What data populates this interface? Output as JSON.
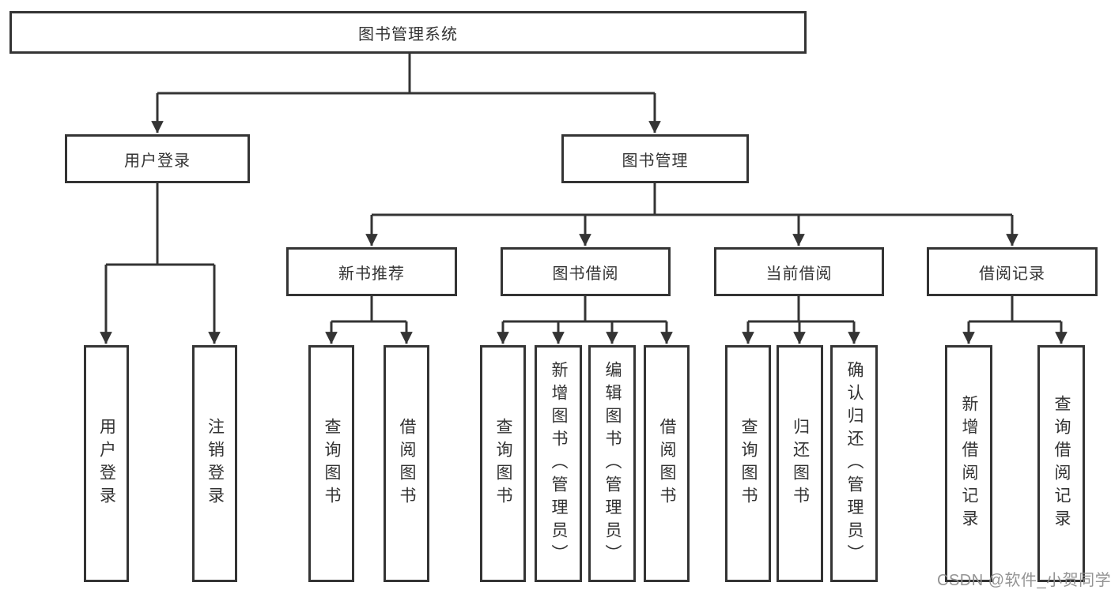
{
  "colors": {
    "line": "#343434",
    "box_border": "#343434",
    "box_background": "#ffffff",
    "text": "#333333",
    "page_background": "#ffffff",
    "watermark": "#8f8f8f"
  },
  "watermark": {
    "text": "CSDN @软件_小贺同学"
  },
  "tree": {
    "label": "图书管理系统",
    "children": [
      {
        "label": "用户登录",
        "children": [
          {
            "label": "用户登录"
          },
          {
            "label": "注销登录"
          }
        ]
      },
      {
        "label": "图书管理",
        "children": [
          {
            "label": "新书推荐",
            "children": [
              {
                "label": "查询图书"
              },
              {
                "label": "借阅图书"
              }
            ]
          },
          {
            "label": "图书借阅",
            "children": [
              {
                "label": "查询图书"
              },
              {
                "label": "新增图书（管理员）"
              },
              {
                "label": "编辑图书（管理员）"
              },
              {
                "label": "借阅图书"
              }
            ]
          },
          {
            "label": "当前借阅",
            "children": [
              {
                "label": "查询图书"
              },
              {
                "label": "归还图书"
              },
              {
                "label": "确认归还（管理员）"
              }
            ]
          },
          {
            "label": "借阅记录",
            "children": [
              {
                "label": "新增借阅记录"
              },
              {
                "label": "查询借阅记录"
              }
            ]
          }
        ]
      }
    ]
  }
}
